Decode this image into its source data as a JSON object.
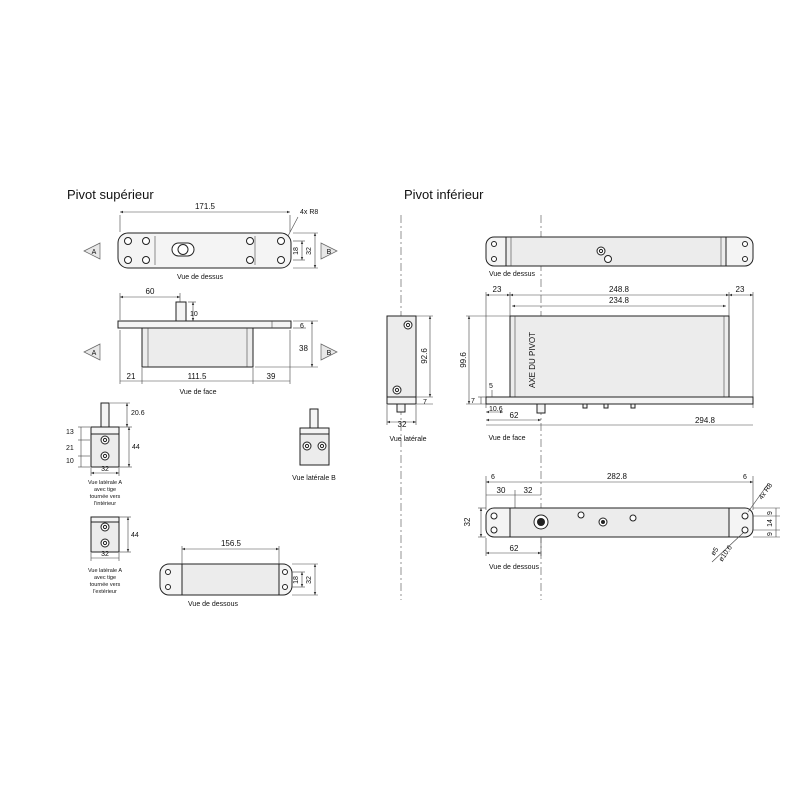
{
  "top_pivot": {
    "title": "Pivot supérieur",
    "views": {
      "top": "Vue de dessus",
      "front": "Vue de face",
      "side_a_in": [
        "Vue latérale A",
        "avec tige",
        "tournée vers",
        "l'intérieur"
      ],
      "side_a_out": [
        "Vue latérale A",
        "avec tige",
        "tournée vers",
        "l'extérieur"
      ],
      "side_b": "Vue latérale B",
      "bottom": "Vue de dessous"
    },
    "markers": {
      "a": "A",
      "b": "B"
    },
    "dims": {
      "top_length": "171.5",
      "top_radius": "4x R8",
      "top_h1": "18",
      "top_h2": "32",
      "front_axis": "60",
      "front_pin": "10",
      "front_plate": "6",
      "front_height": "38",
      "front_left": "21",
      "front_mid": "111.5",
      "front_right": "39",
      "side_pin": "20.6",
      "side_13": "13",
      "side_21": "21",
      "side_10": "10",
      "side_44": "44",
      "side_32": "32",
      "side2_44": "44",
      "side2_32": "32",
      "bottom_length": "156.5",
      "bottom_h1": "18",
      "bottom_h2": "32"
    }
  },
  "bottom_pivot": {
    "title": "Pivot inférieur",
    "views": {
      "top": "Vue de dessus",
      "side": "Vue latérale",
      "front": "Vue de face",
      "bottom": "Vue de dessous"
    },
    "axis_label": "AXE DU PIVOT",
    "dims": {
      "f_23_left": "23",
      "f_248": "248.8",
      "f_23_right": "23",
      "f_234": "234.8",
      "f_99": "99.6",
      "f_7": "7",
      "f_5": "5",
      "f_10": "10.6",
      "f_62": "62",
      "f_294": "294.8",
      "s_92": "92.6",
      "s_7": "7",
      "s_32": "32",
      "b_6_left": "6",
      "b_282": "282.8",
      "b_6_right": "6",
      "b_30": "30",
      "b_32": "32",
      "b_32_side": "32",
      "b_62": "62",
      "b_r8": "4x R8",
      "b_9_top": "9",
      "b_14": "14",
      "b_9_bot": "9",
      "b_d5": "ø5",
      "b_d10": "ø10.6"
    }
  }
}
